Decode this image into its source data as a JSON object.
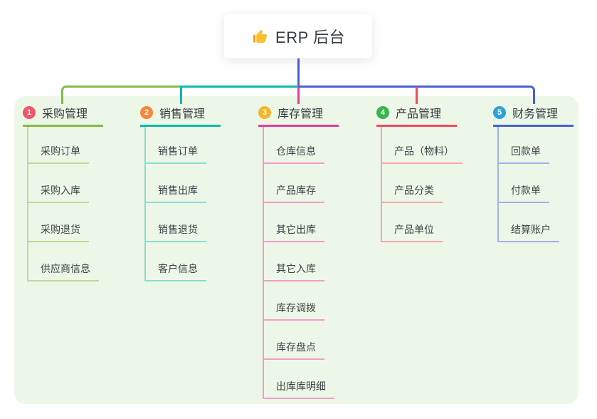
{
  "root": {
    "icon": "thumbs-up",
    "label": "ERP 后台"
  },
  "canvas": {
    "background": "#ffffff",
    "panel_background": "#edf7e7"
  },
  "branches": [
    {
      "index": "1",
      "label": "采购管理",
      "color": "#84bb45",
      "light_color": "#bcdb97",
      "badge_color": "#f2566b",
      "children": [
        "采购订单",
        "采购入库",
        "采购退货",
        "供应商信息"
      ]
    },
    {
      "index": "2",
      "label": "销售管理",
      "color": "#0cb9ac",
      "light_color": "#8adcd5",
      "badge_color": "#f8853c",
      "children": [
        "销售订单",
        "销售出库",
        "销售退货",
        "客户信息"
      ]
    },
    {
      "index": "3",
      "label": "库存管理",
      "color": "#e83a9c",
      "light_color": "#f29bcb",
      "badge_color": "#f7b52b",
      "children": [
        "仓库信息",
        "产品库存",
        "其它出库",
        "其它入库",
        "库存调拨",
        "库存盘点",
        "出库库明细"
      ]
    },
    {
      "index": "4",
      "label": "产品管理",
      "color": "#f4495c",
      "light_color": "#f9a5ae",
      "badge_color": "#3bb44e",
      "children": [
        "产品（物料）",
        "产品分类",
        "产品单位"
      ]
    },
    {
      "index": "5",
      "label": "财务管理",
      "color": "#4660d8",
      "light_color": "#a0b2ea",
      "badge_color": "#2ba2dd",
      "children": [
        "回款单",
        "付款单",
        "结算账户"
      ]
    }
  ]
}
